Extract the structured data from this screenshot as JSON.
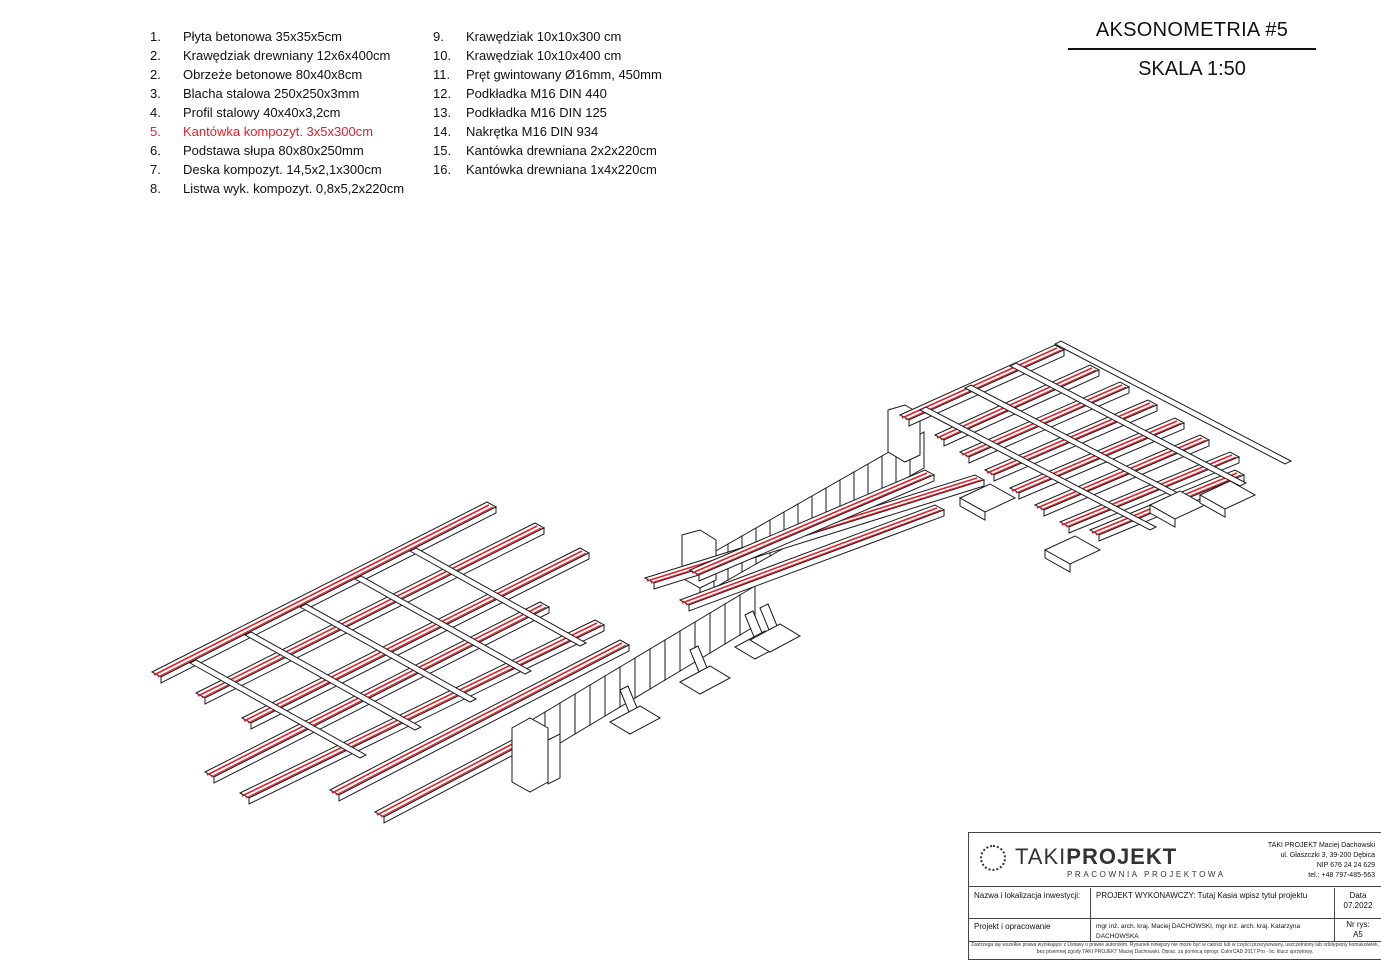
{
  "legend": {
    "col1": [
      {
        "num": "1.",
        "text": "Płyta betonowa 35x35x5cm"
      },
      {
        "num": "2.",
        "text": "Krawędziak drewniany 12x6x400cm"
      },
      {
        "num": "2.",
        "text": "Obrzeże betonowe 80x40x8cm"
      },
      {
        "num": "3.",
        "text": "Blacha stalowa 250x250x3mm"
      },
      {
        "num": "4.",
        "text": "Profil stalowy 40x40x3,2cm"
      },
      {
        "num": "5.",
        "text": "Kantówka kompozyt. 3x5x300cm"
      },
      {
        "num": "6.",
        "text": "Podstawa słupa 80x80x250mm"
      },
      {
        "num": "7.",
        "text": "Deska kompozyt. 14,5x2,1x300cm"
      },
      {
        "num": "8.",
        "text": "Listwa wyk. kompozyt. 0,8x5,2x220cm"
      }
    ],
    "col2": [
      {
        "num": "9.",
        "text": "Krawędziak 10x10x300 cm"
      },
      {
        "num": "10.",
        "text": "Krawędziak 10x10x400 cm"
      },
      {
        "num": "11.",
        "text": "Pręt gwintowany Ø16mm, 450mm"
      },
      {
        "num": "12.",
        "text": "Podkładka M16 DIN 440"
      },
      {
        "num": "13.",
        "text": "Podkładka M16 DIN 125"
      },
      {
        "num": "14.",
        "text": "Nakrętka M16 DIN 934"
      },
      {
        "num": "15.",
        "text": "Kantówka drewniana 2x2x220cm"
      },
      {
        "num": "16.",
        "text": "Kantówka drewniana 1x4x220cm"
      }
    ]
  },
  "title": {
    "main": "AKSONOMETRIA #5",
    "scale": "SKALA 1:50"
  },
  "colors": {
    "highlight": "#e0202a",
    "line": "#1a1a1a"
  },
  "stamp": {
    "logo_main_light": "TAKI",
    "logo_main_bold": "PROJEKT",
    "logo_sub": "PRACOWNIA PROJEKTOWA",
    "office_name": "TAKI PROJEKT Maciej Dachowski",
    "office_address": "ul. Głaszczki 3, 39-200 Dębica",
    "office_nip": "NIP 676 24 24 629",
    "office_tel": "tel.: +48 797-485-563",
    "investment_label": "Nazwa i lokalizacja inwestycji:",
    "project_value": "PROJEKT WYKONAWCZY: Tutaj Kasia wpisz tytuł projektu",
    "date_label": "Data",
    "date_value": "07.2022",
    "design_label": "Projekt i opracowanie",
    "design_value": "mgr inż. arch. kraj. Maciej DACHOWSKI, mgr inż. arch. kraj. Katarzyna DACHOWSKA",
    "sheet_label": "Nr rys:",
    "sheet_value": "A5",
    "footnote": "Zastrzega się wszelkie prawa wynikające z Ustawy o prawie autorskim. Rysunek niniejszy nie może być w całości lub w części przerysowany, uszczelniony lub odstępiony komukolwiek, bez pisemnej zgody TAKI PROJEKT Maciej Dachowski. Oprac. za pomocą oprogr. ColorCAD 2017 Pro - lic. klucz sprzętowy."
  }
}
